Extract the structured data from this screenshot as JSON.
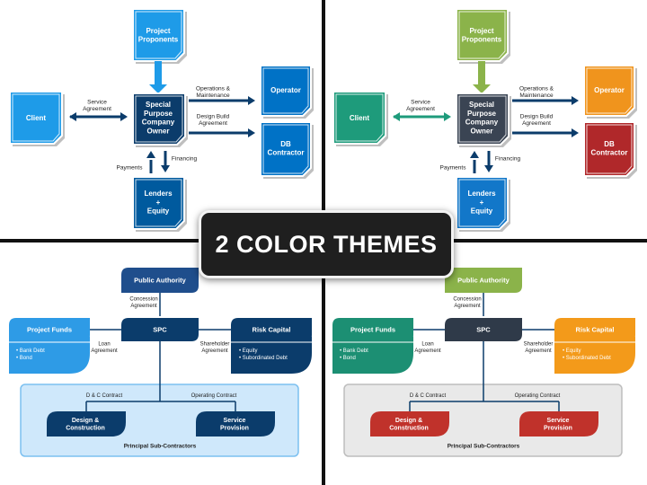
{
  "badge": "2 COLOR THEMES",
  "top": {
    "project_proponents": [
      "Project",
      "Proponents"
    ],
    "client": "Client",
    "spc_owner": [
      "Special",
      "Purpose",
      "Company",
      "Owner"
    ],
    "operator": "Operator",
    "db_contractor": [
      "DB",
      "Contractor"
    ],
    "lenders": [
      "Lenders",
      "+",
      "Equity"
    ],
    "service_agreement": [
      "Service",
      "Agreement"
    ],
    "operations_maintenance": [
      "Operations &",
      "Maintenance"
    ],
    "design_build_agreement": [
      "Design Build",
      "Agreement"
    ],
    "payments": "Payments",
    "financing": "Financing"
  },
  "bottom": {
    "public_authority": "Public Authority",
    "concession_agreement": [
      "Concession",
      "Agreement"
    ],
    "spc": "SPC",
    "project_funds": "Project Funds",
    "project_funds_items": [
      "Bank Debt",
      "Bond"
    ],
    "loan_agreement": [
      "Loan",
      "Agreement"
    ],
    "risk_capital": "Risk Capital",
    "risk_capital_items": [
      "Equity",
      "Subordinated Debt"
    ],
    "shareholder_agreement": [
      "Shareholder",
      "Agreement"
    ],
    "dc_contract": "D & C Contract",
    "operating_contract": "Operating Contract",
    "design_construction": [
      "Design &",
      "Construction"
    ],
    "service_provision": [
      "Service",
      "Provision"
    ],
    "principal_sub_contractors": "Principal Sub-Contractors"
  },
  "themes": {
    "blue": {
      "proponents": "#1e9be8",
      "client": "#1e9be8",
      "spc_owner": "#0b3c6b",
      "operator": "#0072c6",
      "db": "#0072c6",
      "lenders": "#005a9e",
      "public_authority": "#1f4e8c",
      "spc": "#0b3c6b",
      "funds": "#2e9be6",
      "risk": "#0b3c6b",
      "design": "#0b3c6b",
      "service": "#0b3c6b",
      "panel": "#cfe8fb",
      "panel_border": "#7cc0f0",
      "arrow": "#0b3c6b"
    },
    "multi": {
      "proponents": "#8bb34a",
      "client": "#1e9b7b",
      "spc_owner": "#3a4453",
      "operator": "#f0941d",
      "db": "#b0282a",
      "lenders": "#1277c9",
      "public_authority": "#8bb34a",
      "spc": "#2f3a49",
      "funds": "#1c8f73",
      "risk": "#f39a1a",
      "design": "#c0322b",
      "service": "#c0322b",
      "panel": "#e9e9e9",
      "panel_border": "#bdbdbd",
      "arrow": "#1e9b7b"
    }
  }
}
